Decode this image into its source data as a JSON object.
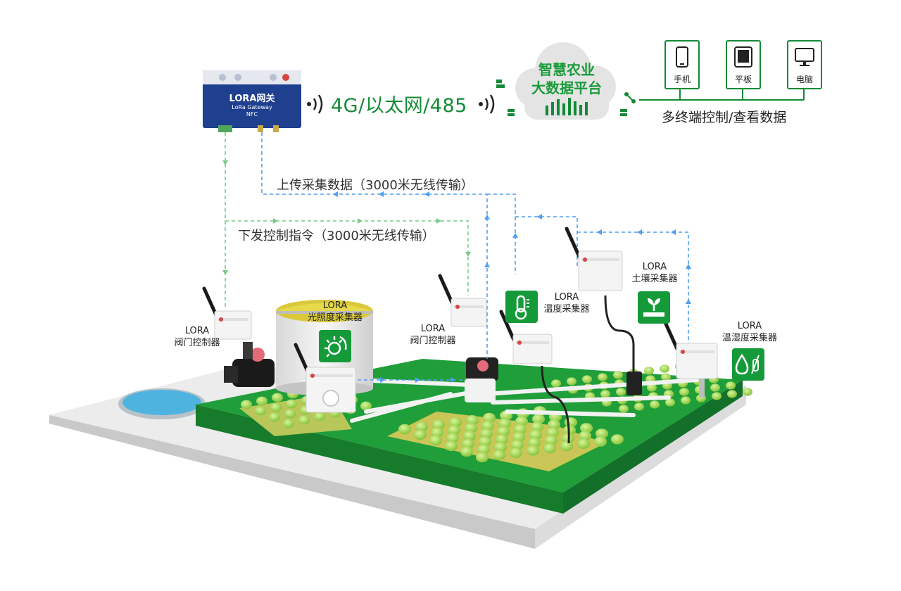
{
  "gateway": {
    "title": "LORA网关",
    "subtitle": "LoRa Gateway",
    "nfc": "NFC"
  },
  "protocol_label": "4G/以太网/485",
  "cloud": {
    "line1": "智慧农业",
    "line2": "大数据平台"
  },
  "terminals": [
    {
      "label": "手机",
      "icon": "phone-icon"
    },
    {
      "label": "平板",
      "icon": "tablet-icon"
    },
    {
      "label": "电脑",
      "icon": "computer-icon"
    }
  ],
  "terminals_caption": "多终端控制/查看数据",
  "upload_caption": "上传采集数据（3000米无线传输）",
  "download_caption": "下发控制指令（3000米无线传输）",
  "devices": {
    "valve_left": {
      "line1": "LORA",
      "line2": "阀门控制器"
    },
    "light": {
      "line1": "LORA",
      "line2": "光照度采集器"
    },
    "valve_mid": {
      "line1": "LORA",
      "line2": "阀门控制器"
    },
    "temp": {
      "line1": "LORA",
      "line2": "温度采集器"
    },
    "soil": {
      "line1": "LORA",
      "line2": "土壤采集器"
    },
    "humidity": {
      "line1": "LORA",
      "line2": "温湿度采集器"
    }
  },
  "colors": {
    "green": "#138a36",
    "dark_green": "#0d6b2a",
    "field": "#1f9e3a",
    "upload_line": "#4f9ef0",
    "download_line": "#7ac98a",
    "gateway_blue": "#1f3f8f"
  }
}
